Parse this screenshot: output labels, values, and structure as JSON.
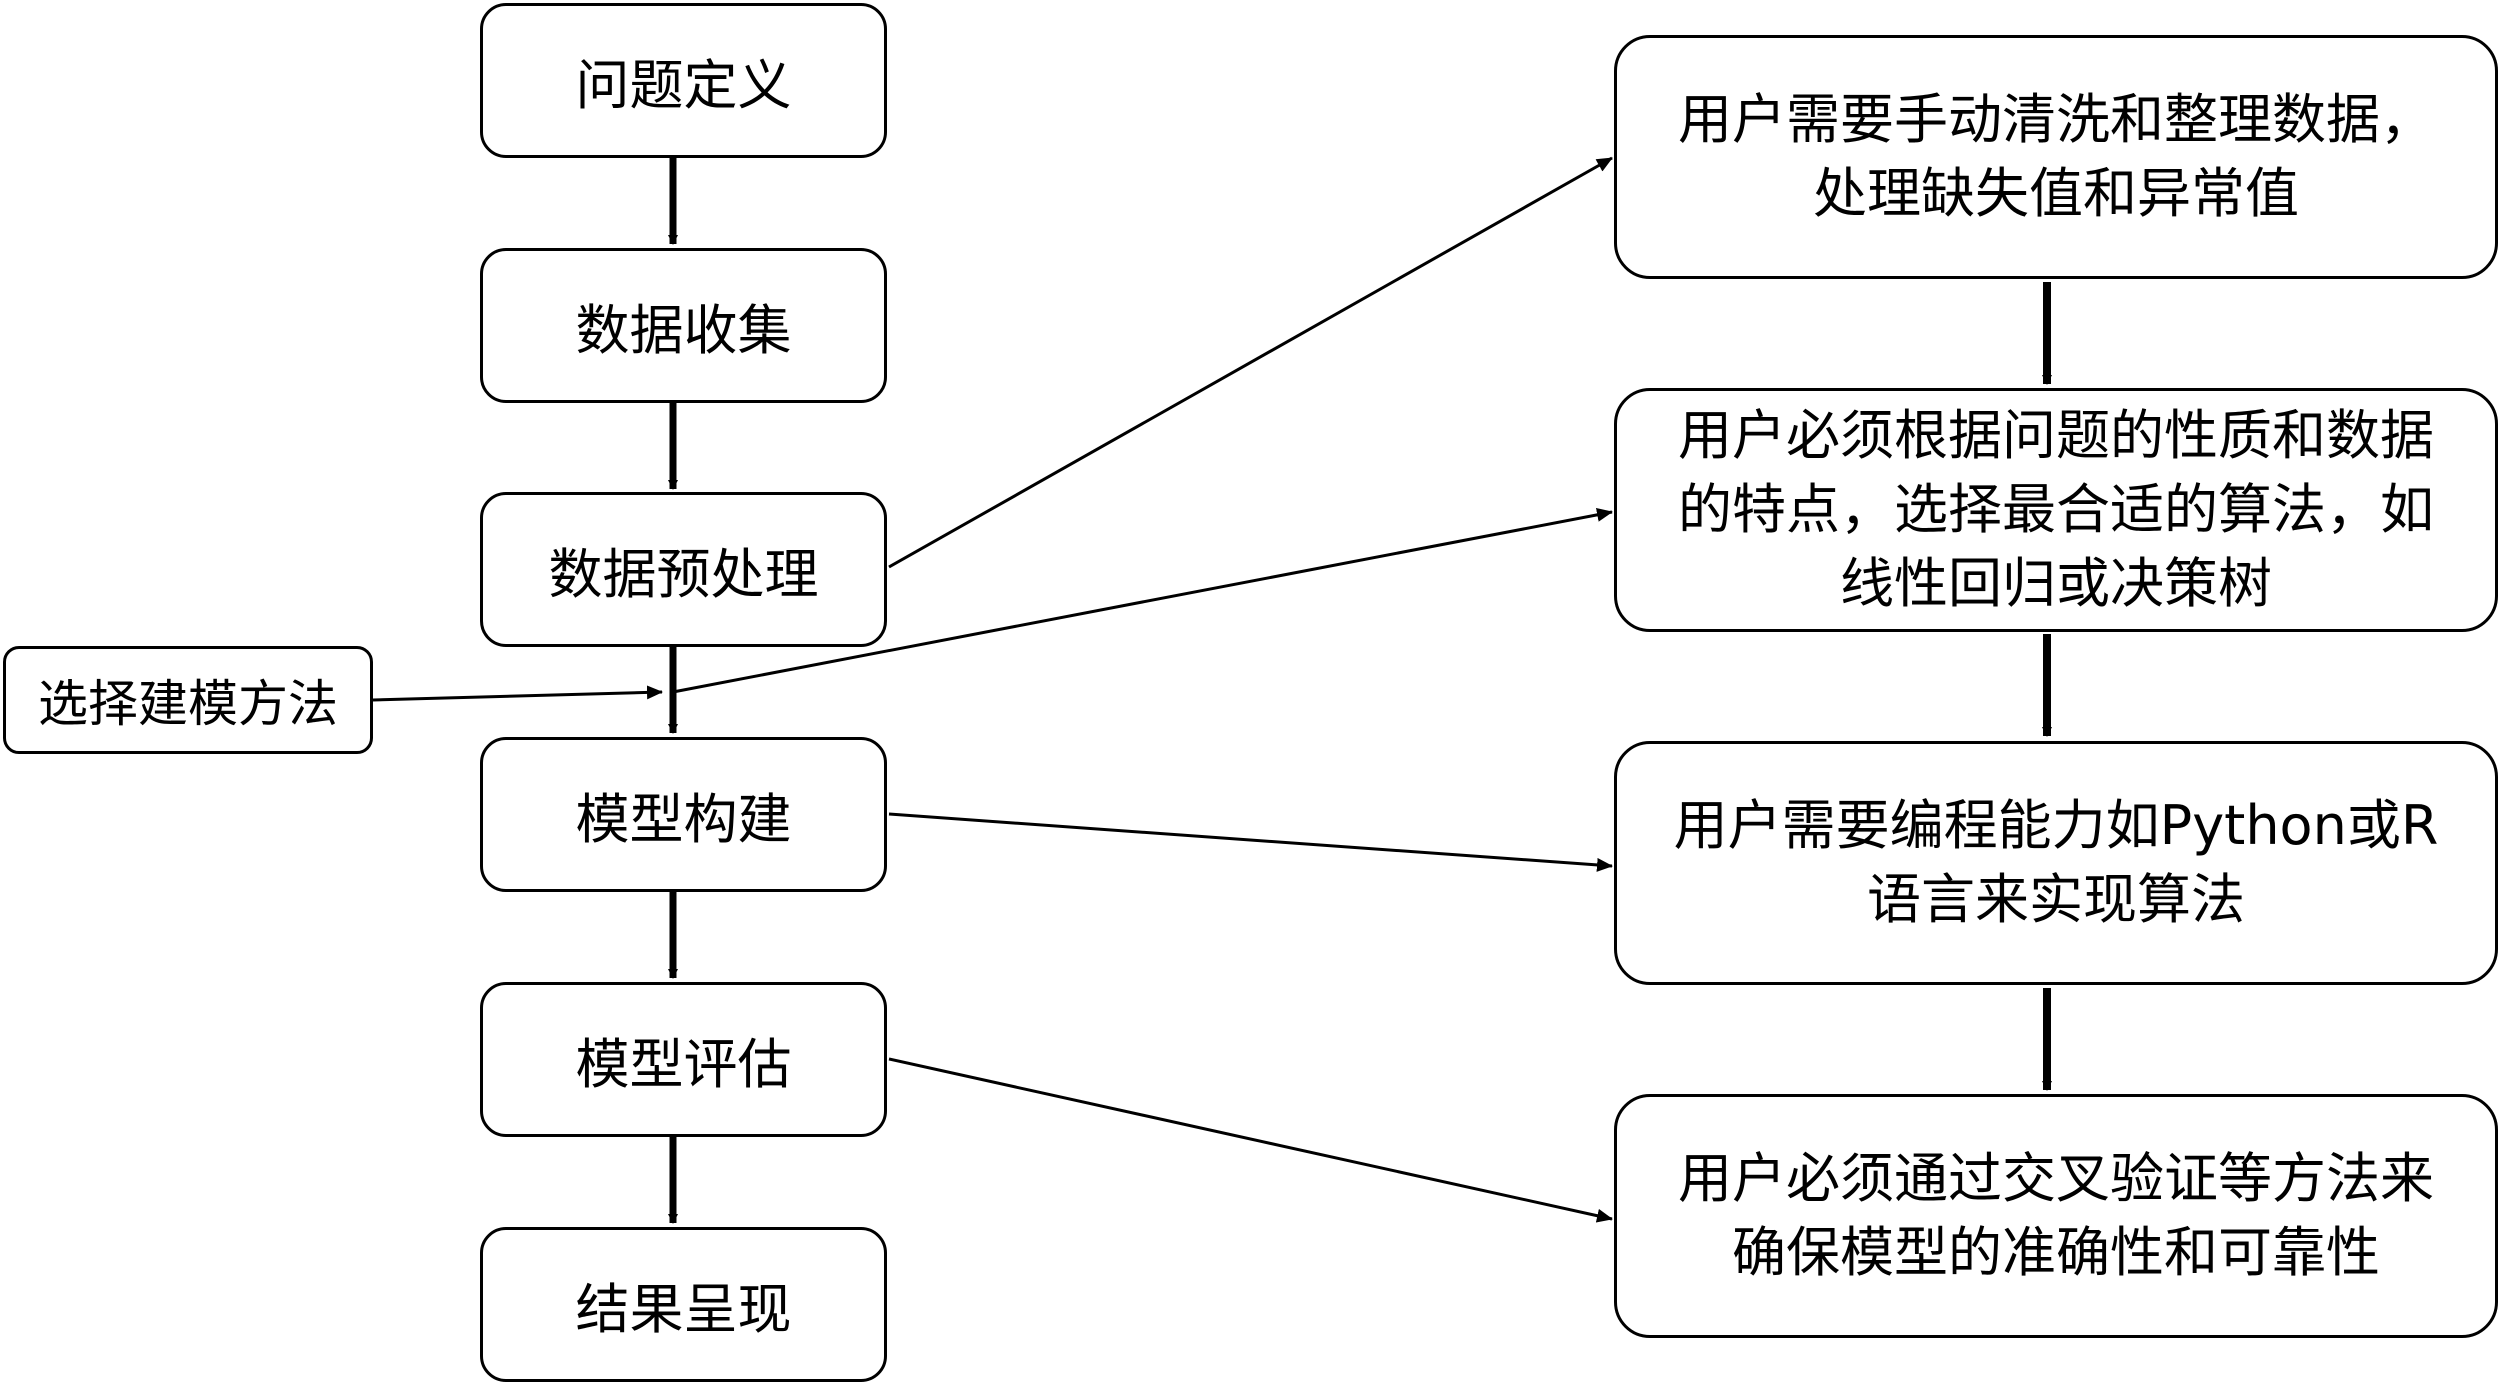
{
  "steps": [
    "问题定义",
    "数据收集",
    "数据预处理",
    "模型构建",
    "模型评估",
    "结果呈现"
  ],
  "side_input": "选择建模方法",
  "notes": [
    "用户需要手动清洗和整理数据，\n处理缺失值和异常值",
    "用户必须根据问题的性质和数据\n的特点，选择最合适的算法，如\n线性回归或决策树",
    "用户需要编程能力如Python或R\n语言来实现算法",
    "用户必须通过交叉验证等方法来\n确保模型的准确性和可靠性"
  ]
}
